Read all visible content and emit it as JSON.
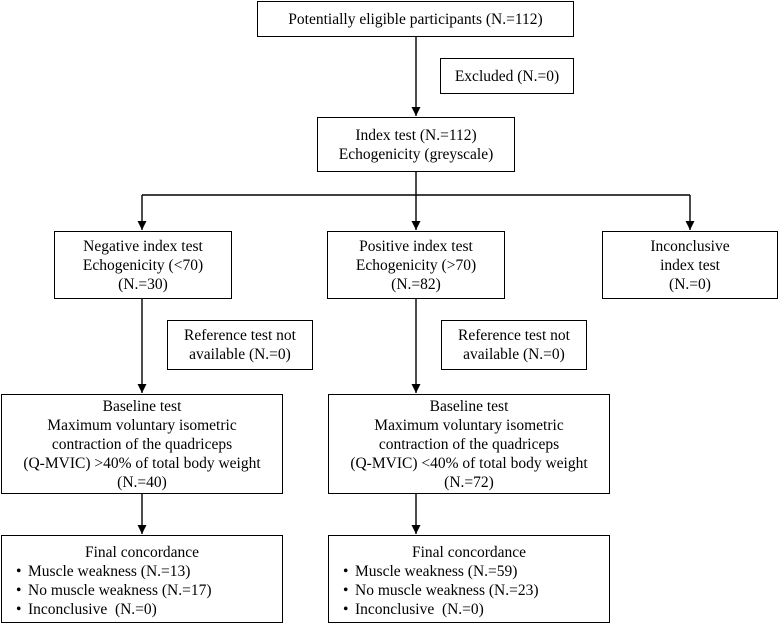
{
  "eligible": {
    "text": "Potentially eligible participants (N.=112)"
  },
  "excluded": {
    "text": "Excluded (N.=0)"
  },
  "index_test": {
    "lines": [
      "Index test (N.=112)",
      "Echogenicity (greyscale)"
    ]
  },
  "negative": {
    "lines": [
      "Negative index test",
      "Echogenicity (<70)",
      "(N.=30)"
    ]
  },
  "positive": {
    "lines": [
      "Positive index test",
      "Echogenicity (>70)",
      "(N.=82)"
    ]
  },
  "inconclusive": {
    "lines": [
      "Inconclusive",
      "index test",
      "(N.=0)"
    ]
  },
  "ref_left": {
    "lines": [
      "Reference test not",
      "available (N.=0)"
    ]
  },
  "ref_right": {
    "lines": [
      "Reference test not",
      "available (N.=0)"
    ]
  },
  "baseline_left": {
    "lines": [
      "Baseline test",
      "Maximum voluntary isometric",
      "contraction of the quadriceps",
      "(Q-MVIC) >40% of total body weight",
      "(N.=40)"
    ]
  },
  "baseline_right": {
    "lines": [
      "Baseline test",
      "Maximum voluntary isometric",
      "contraction of the quadriceps",
      "(Q-MVIC) <40% of total body weight",
      "(N.=72)"
    ]
  },
  "final_left": {
    "title": "Final concordance",
    "items": [
      "Muscle weakness (N.=13)",
      "No muscle weakness (N.=17)",
      "Inconclusive  (N.=0)"
    ]
  },
  "final_right": {
    "title": "Final concordance",
    "items": [
      "Muscle weakness (N.=59)",
      "No muscle weakness (N.=23)",
      "Inconclusive  (N.=0)"
    ]
  }
}
